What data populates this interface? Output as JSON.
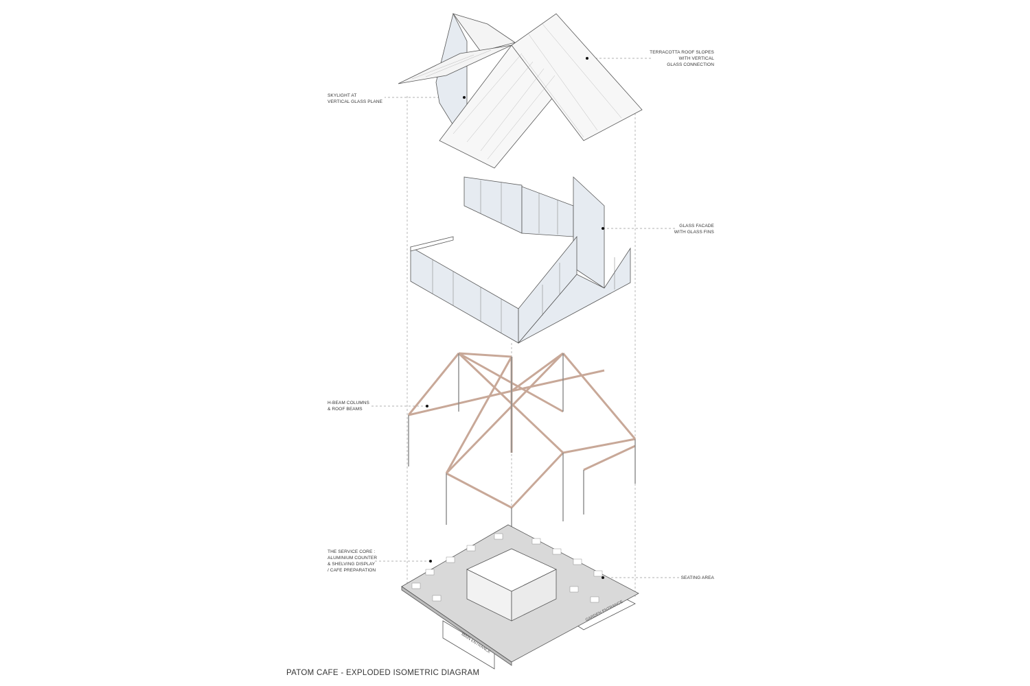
{
  "title": "PATOM CAFE - EXPLODED ISOMETRIC DIAGRAM",
  "labels": {
    "roof": "TERRACOTTA ROOF SLOPES\nWITH VERTICAL\nGLASS CONNECTION",
    "skylight": "SKYLIGHT AT\nVERTICAL GLASS PLANE",
    "facade": "GLASS FACADE\nWITH GLASS FINS",
    "structure": "H-BEAM COLUMNS\n& ROOF BEAMS",
    "core": "THE SERVICE CORE :\nALUMINIUM COUNTER\n& SHELVING DISPLAY\n/ CAFE PREPARATION",
    "seating": "SEATING AREA"
  },
  "entrances": {
    "main": "MAIN ENTRANCE",
    "garden": "GARDEN ENTRANCE"
  },
  "colors": {
    "glass": "#e6ebf1",
    "beam": "#c8a898",
    "floor": "#d9d9d9",
    "line": "#555555"
  }
}
